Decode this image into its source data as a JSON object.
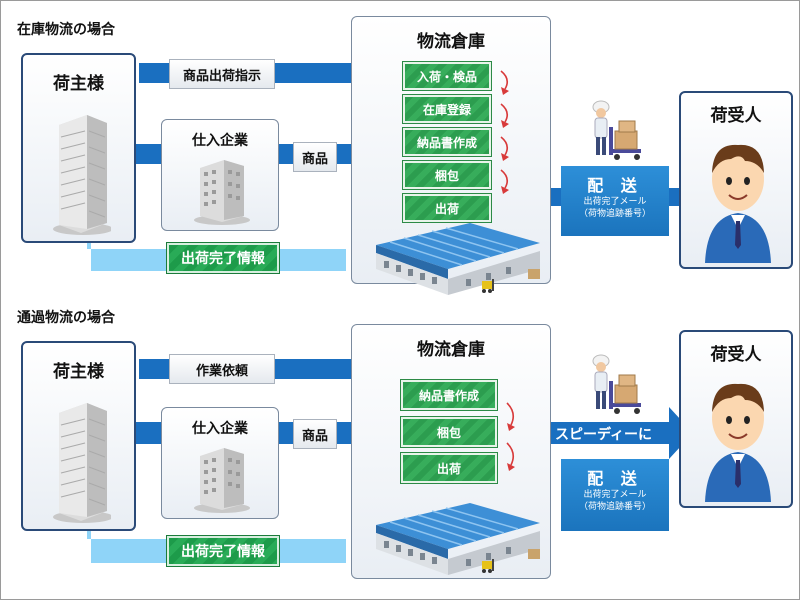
{
  "colors": {
    "arrow_blue": "#1a6fc0",
    "arrow_light": "#8fd4f8",
    "panel_border": "#2a4a78",
    "green": "#2c9d4f",
    "blue_box": "#2084cc"
  },
  "section1": {
    "title": "在庫物流の場合",
    "shipper": "荷主様",
    "supplier": "仕入企業",
    "label_instruction": "商品出荷指示",
    "label_goods": "商品",
    "warehouse_title": "物流倉庫",
    "steps": [
      "入荷・検品",
      "在庫登録",
      "納品書作成",
      "梱包",
      "出荷"
    ],
    "delivery": {
      "title": "配 送",
      "line1": "出荷完了メール",
      "line2": "（荷物追跡番号）"
    },
    "receiver": "荷受人",
    "shipping_info": "出荷完了情報"
  },
  "section2": {
    "title": "通過物流の場合",
    "shipper": "荷主様",
    "supplier": "仕入企業",
    "label_request": "作業依頼",
    "label_goods": "商品",
    "warehouse_title": "物流倉庫",
    "steps": [
      "納品書作成",
      "梱包",
      "出荷"
    ],
    "speedy": "スピーディーに",
    "delivery": {
      "title": "配 送",
      "line1": "出荷完了メール",
      "line2": "（荷物追跡番号）"
    },
    "receiver": "荷受人",
    "shipping_info": "出荷完了情報"
  },
  "icons": [
    "office-tower-icon",
    "office-building-icon",
    "warehouse-icon",
    "delivery-worker-icon",
    "businessman-icon",
    "forklift-icon",
    "red-curved-arrow-icon"
  ]
}
